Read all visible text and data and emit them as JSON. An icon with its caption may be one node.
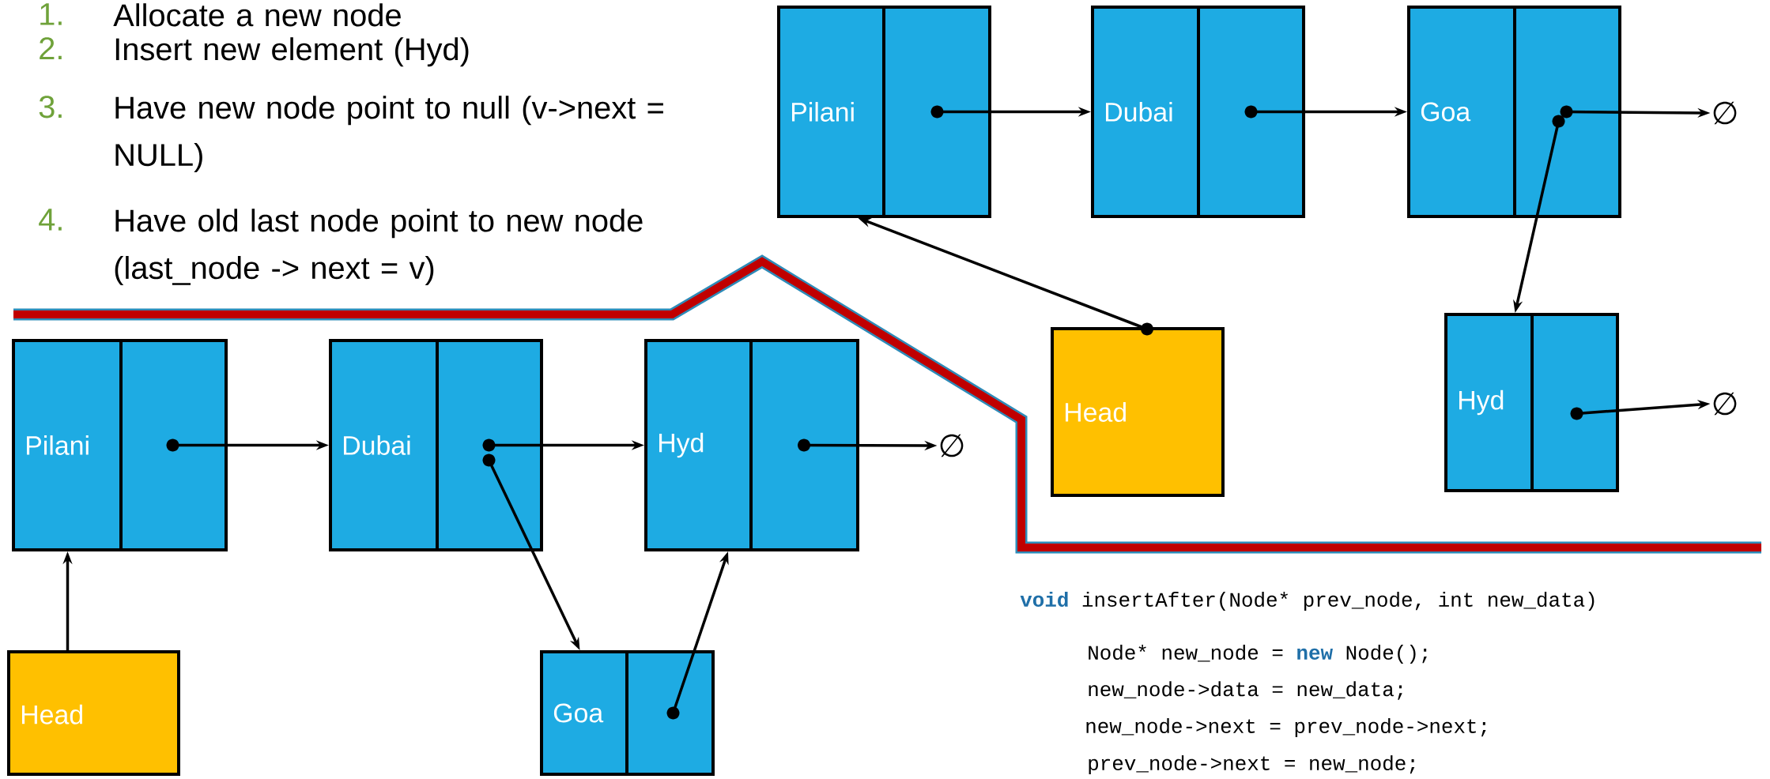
{
  "diagram": {
    "nodes": [
      {
        "text": [
          "Pilani"
        ]
      },
      {
        "text": [
          "Dubai"
        ]
      },
      {
        "text": [
          "Goa"
        ]
      },
      {
        "text": [
          "∅"
        ]
      },
      {
        "text": [
          "Head"
        ]
      },
      {
        "text": [
          "Hyd"
        ]
      },
      {
        "text": [
          "∅"
        ]
      },
      {
        "text": [
          "Pilani"
        ]
      },
      {
        "text": [
          "Dubai"
        ]
      },
      {
        "text": [
          "Hyd"
        ]
      },
      {
        "text": [
          "∅"
        ]
      },
      {
        "text": [
          "Head"
        ]
      },
      {
        "text": [
          "Goa"
        ]
      }
    ],
    "edges": [
      {
        "from": 0,
        "to": 1,
        "arrow": "to"
      },
      {
        "from": 1,
        "to": 2,
        "arrow": "to"
      },
      {
        "from": 2,
        "to": 3,
        "arrow": "to"
      },
      {
        "from": 2,
        "to": 5,
        "arrow": "to"
      },
      {
        "from": 4,
        "to": 0,
        "arrow": "to"
      },
      {
        "from": 5,
        "to": 6,
        "arrow": "to"
      },
      {
        "from": 7,
        "to": 8,
        "arrow": "to"
      },
      {
        "from": 8,
        "to": 9,
        "arrow": "to"
      },
      {
        "from": 8,
        "to": 12,
        "arrow": "to"
      },
      {
        "from": 9,
        "to": 10,
        "arrow": "to"
      },
      {
        "from": 11,
        "to": 7,
        "arrow": "to"
      },
      {
        "from": 12,
        "to": 9,
        "arrow": "to"
      }
    ],
    "labels": [
      "1.",
      "Allocate a new node",
      "2.",
      "Insert new element (Hyd)",
      "3.",
      "Have new node point to null (v->next = NULL)",
      "4.",
      "Have old last node point to new node (last_node -> next = v)",
      "**void** insertAfter(Node* prev_node, int new_data)",
      "Node* new_node = **new** Node();",
      "new_node->data = new_data;",
      "new_node->next = prev_node->next;",
      "prev_node->next = new_node;"
    ]
  }
}
